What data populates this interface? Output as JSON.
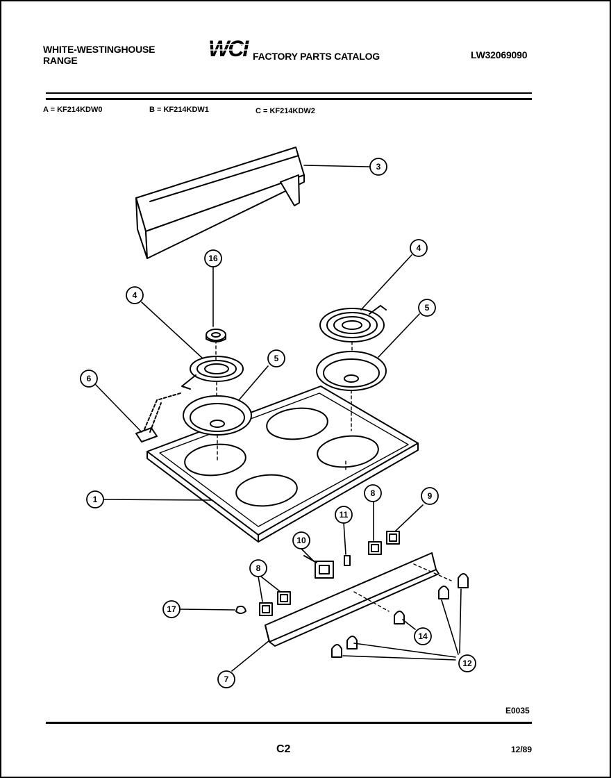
{
  "header": {
    "brand_line1": "WHITE-WESTINGHOUSE",
    "brand_line2": "RANGE",
    "logo_text": "WCI",
    "catalog_title": "FACTORY PARTS CATALOG",
    "catalog_number": "LW32069090"
  },
  "models": [
    {
      "text": "A = KF214KDW0"
    },
    {
      "text": "B = KF214KDW1"
    },
    {
      "text": "C = KF214KDW2"
    }
  ],
  "callouts": {
    "c1": "1",
    "c3": "3",
    "c4a": "4",
    "c4b": "4",
    "c5a": "5",
    "c5b": "5",
    "c6": "6",
    "c7": "7",
    "c8a": "8",
    "c8b": "8",
    "c9": "9",
    "c10": "10",
    "c11": "11",
    "c12": "12",
    "c14": "14",
    "c16": "16",
    "c17": "17"
  },
  "footer": {
    "diagram_code": "E0035",
    "page_label": "C2",
    "date": "12/89"
  }
}
